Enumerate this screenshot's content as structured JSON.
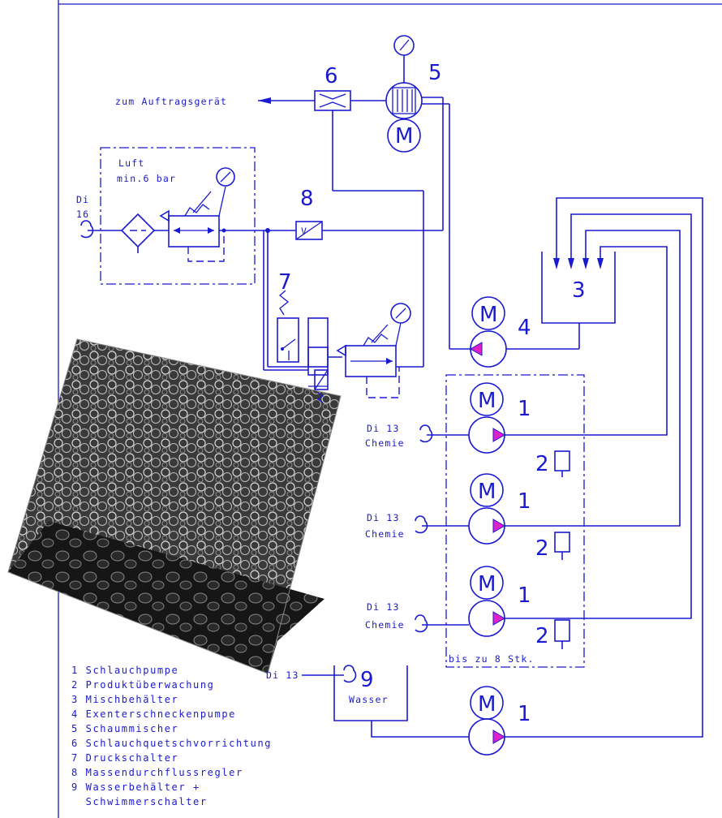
{
  "labels": {
    "zum_auftragsgeraet": "zum Auftragsgerät",
    "luft": "Luft",
    "min_bar": "min.6 bar",
    "di": "Di",
    "di_16": "16",
    "di13_a": "Di 13",
    "chemie_a": "Chemie",
    "di13_b": "Di 13",
    "chemie_b": "Chemie",
    "di13_c": "Di 13",
    "chemie_c": "Chemie",
    "di13_water": "Di 13",
    "wasser": "Wasser",
    "bis_8": "bis zu 8 Stk.",
    "motor": "M",
    "v_symbol": "V"
  },
  "numbers": {
    "n1a": "1",
    "n1b": "1",
    "n1c": "1",
    "n1d": "1",
    "n2a": "2",
    "n2b": "2",
    "n2c": "2",
    "n3": "3",
    "n4": "4",
    "n5": "5",
    "n6": "6",
    "n7": "7",
    "n8": "8",
    "n9": "9"
  },
  "legend": [
    "1 Schlauchpumpe",
    "2 Produktüberwachung",
    "3 Mischbehälter",
    "4 Exenterschneckenpumpe",
    "5 Schaummischer",
    "6 Schlauchquetschvorrichtung",
    "7 Druckschalter",
    "8 Massendurchflussregler",
    "9 Wasserbehälter +",
    "  Schwimmerschalter"
  ],
  "colors": {
    "line": "#1a1ad0",
    "pump_triangle": "#e020c8"
  }
}
